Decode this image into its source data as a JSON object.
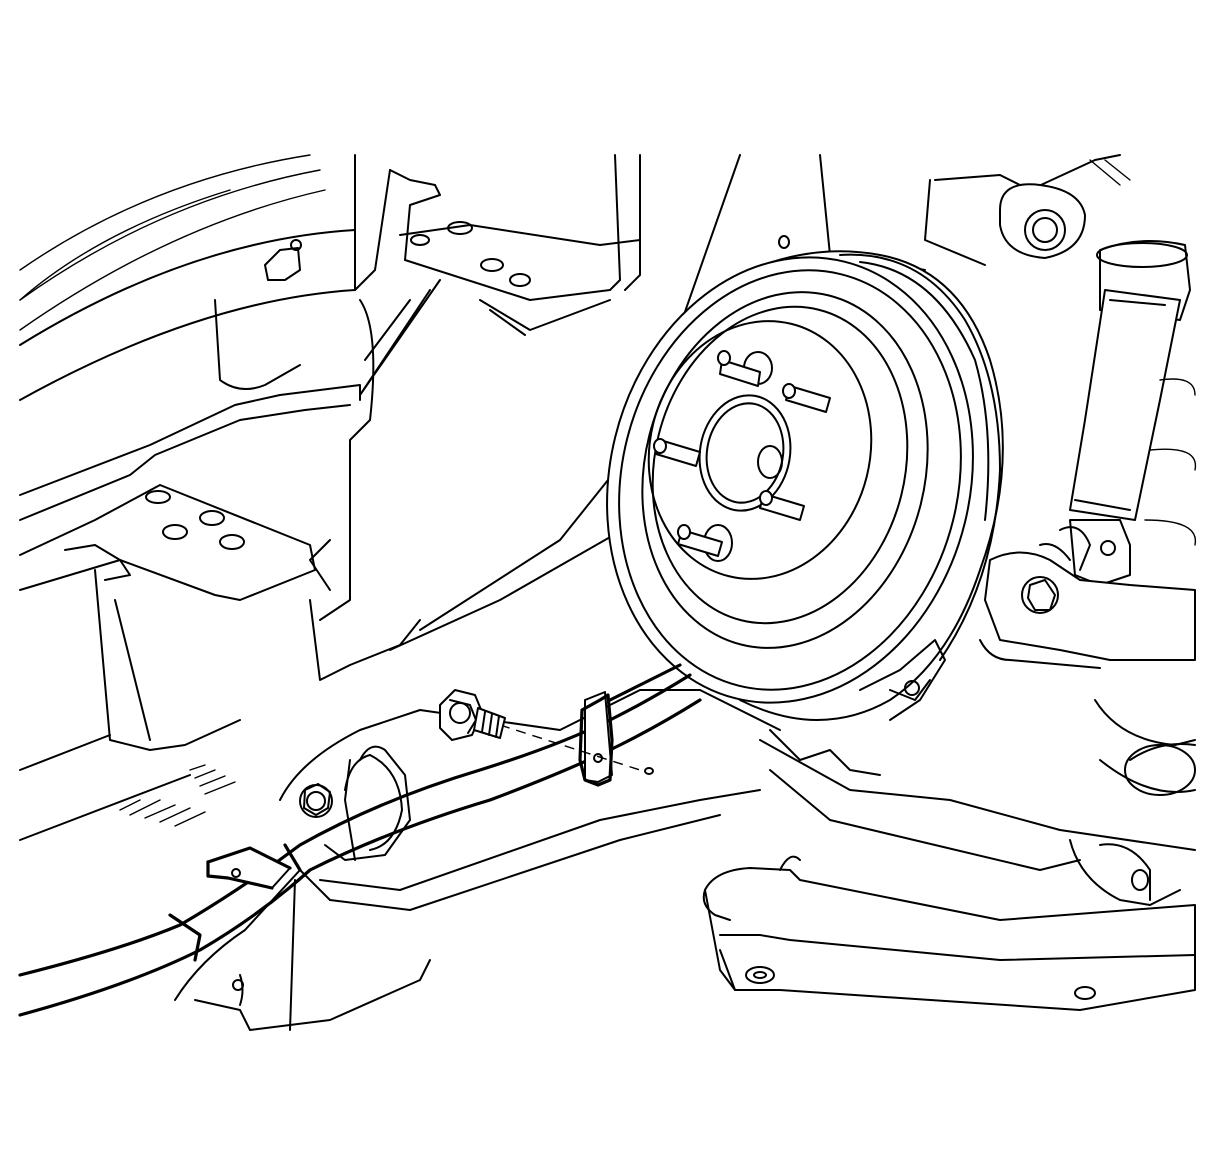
{
  "figure": {
    "style": "line-art",
    "background": "#ffffff",
    "stroke_color": "#000000",
    "components": [
      "underbody-panel",
      "brake-drum",
      "wheel-studs",
      "wheel-hub",
      "shock-absorber",
      "rear-axle-beam",
      "trailing-arm",
      "park-brake-cable",
      "cable-bracket",
      "bracket-bolt",
      "cable-clip",
      "bushing-mount"
    ]
  }
}
